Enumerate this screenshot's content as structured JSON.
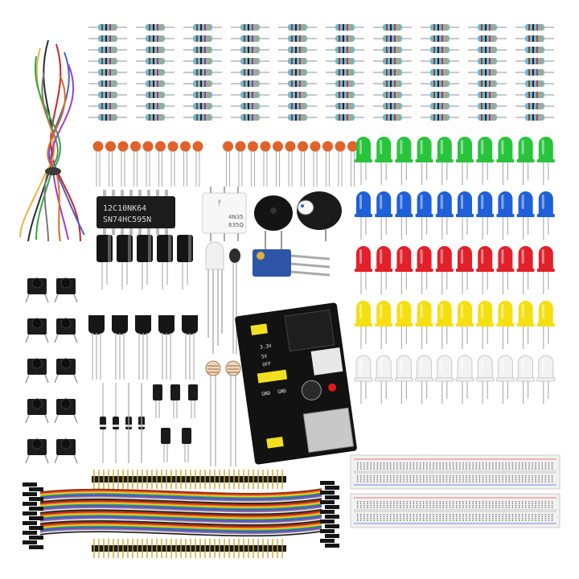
{
  "scene": {
    "background": "#ffffff",
    "colors": {
      "resistor_body": "#6fb7d9",
      "capacitor": "#e0622b",
      "led_green": "#27c43c",
      "led_blue": "#1f5fd8",
      "led_red": "#e2202a",
      "led_yellow": "#f4df10",
      "led_white": "#f2f2f2",
      "potentiometer": "#2d56a8",
      "power_module_pcb": "#111111",
      "breadboard": "#f1f1f1"
    },
    "led_rows": [
      "green",
      "blue",
      "red",
      "yellow",
      "white"
    ],
    "resistor_grid": {
      "columns": 10,
      "rows": 9
    },
    "ceramic_capacitor_count": 20,
    "led_columns": 10,
    "electrolytic_capacitor_count": 5,
    "transistor_count": 5,
    "tactile_switch_count": 10,
    "diode_count": 4
  },
  "labels": {
    "chip_line1": "12C10NK64",
    "chip_line2": "SN74HC595N",
    "optocoupler_line1": "4N35",
    "optocoupler_line2": "635Q",
    "power_module_labels": [
      "5V",
      "OFF",
      "3.3V",
      "GND",
      "GND"
    ]
  },
  "icons": {
    "logo": "fairchild-logo-icon"
  }
}
